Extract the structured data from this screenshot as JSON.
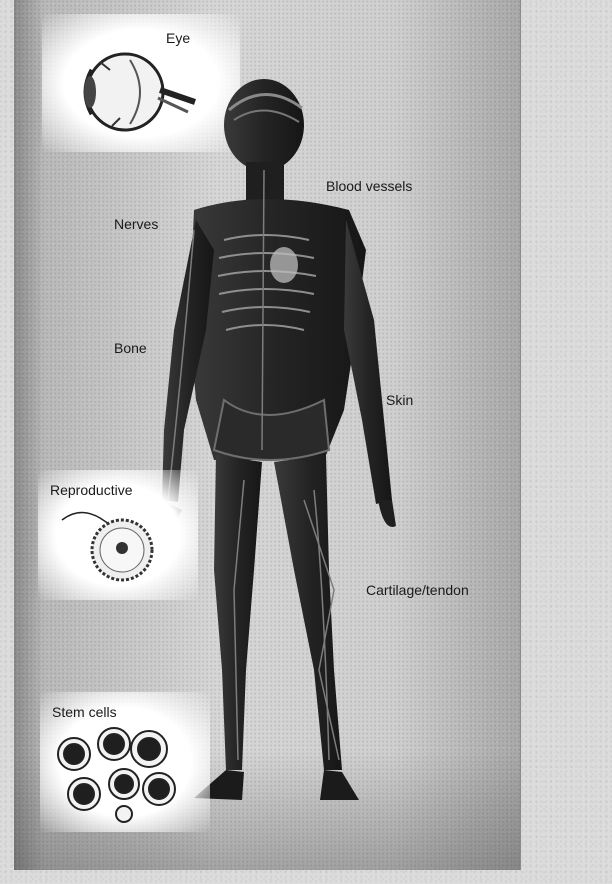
{
  "labels": {
    "eye": "Eye",
    "blood_vessels": "Blood vessels",
    "nerves": "Nerves",
    "bone": "Bone",
    "skin": "Skin",
    "reproductive": "Reproductive",
    "cartilage_tendon": "Cartilage/tendon",
    "stem_cells": "Stem cells"
  },
  "colors": {
    "figure": "#2b2b2b",
    "figure_highlight": "#6a6a6a",
    "panel": "#cfcfcf",
    "paper": "#dcdcdc"
  }
}
